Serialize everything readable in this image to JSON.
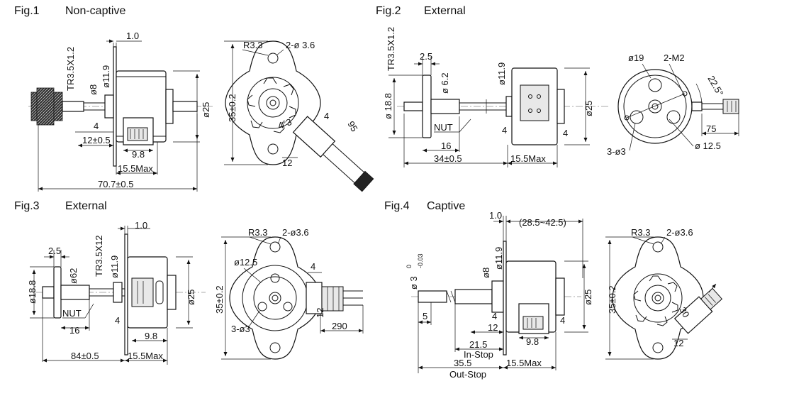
{
  "figures": [
    {
      "id": "fig1",
      "label": "Fig.1",
      "title": "Non-captive",
      "dims": [
        "1.0",
        "TR3.5X1.2",
        "ø8",
        "ø11.9",
        "ø25",
        "4",
        "12±0.5",
        "9.8",
        "15.5Max",
        "70.7±0.5",
        "R3.3",
        "2-ø 3.6",
        "35±0.2",
        "4",
        "95",
        "12",
        "4°3"
      ]
    },
    {
      "id": "fig2",
      "label": "Fig.2",
      "title": "External",
      "dims": [
        "TR3.5X1.2",
        "2.5",
        "ø 6.2",
        "ø 18.8",
        "ø11.9",
        "ø25",
        "NUT",
        "4",
        "4",
        "16",
        "34±0.5",
        "15.5Max",
        "ø19",
        "2-M2",
        "22.5°",
        "75",
        "ø 12.5",
        "3-ø3"
      ]
    },
    {
      "id": "fig3",
      "label": "Fig.3",
      "title": "External",
      "dims": [
        "1.0",
        "TR3.5X12",
        "2.5",
        "ø62",
        "ø11.9",
        "ø18.8",
        "NUT",
        "16",
        "4",
        "9.8",
        "ø25",
        "84±0.5",
        "15.5Max",
        "R3.3",
        "2-ø3.6",
        "ø12.5",
        "35±0.2",
        "4",
        "12",
        "290",
        "3-ø3"
      ]
    },
    {
      "id": "fig4",
      "label": "Fig.4",
      "title": "Captive",
      "dims": [
        "1.0",
        "(28.5~42.5)",
        "ø8",
        "ø11.9",
        "ø25",
        "5",
        "4",
        "12",
        "4",
        "21.5",
        "9.8",
        "In-Stop",
        "35.5",
        "15.5Max",
        "Out-Stop",
        "R3.3",
        "2-ø3.6",
        "35±0.2",
        "30",
        "12"
      ],
      "tolerance": {
        "base": "ø 3",
        "upper": "0",
        "lower": "-0.03"
      }
    }
  ]
}
